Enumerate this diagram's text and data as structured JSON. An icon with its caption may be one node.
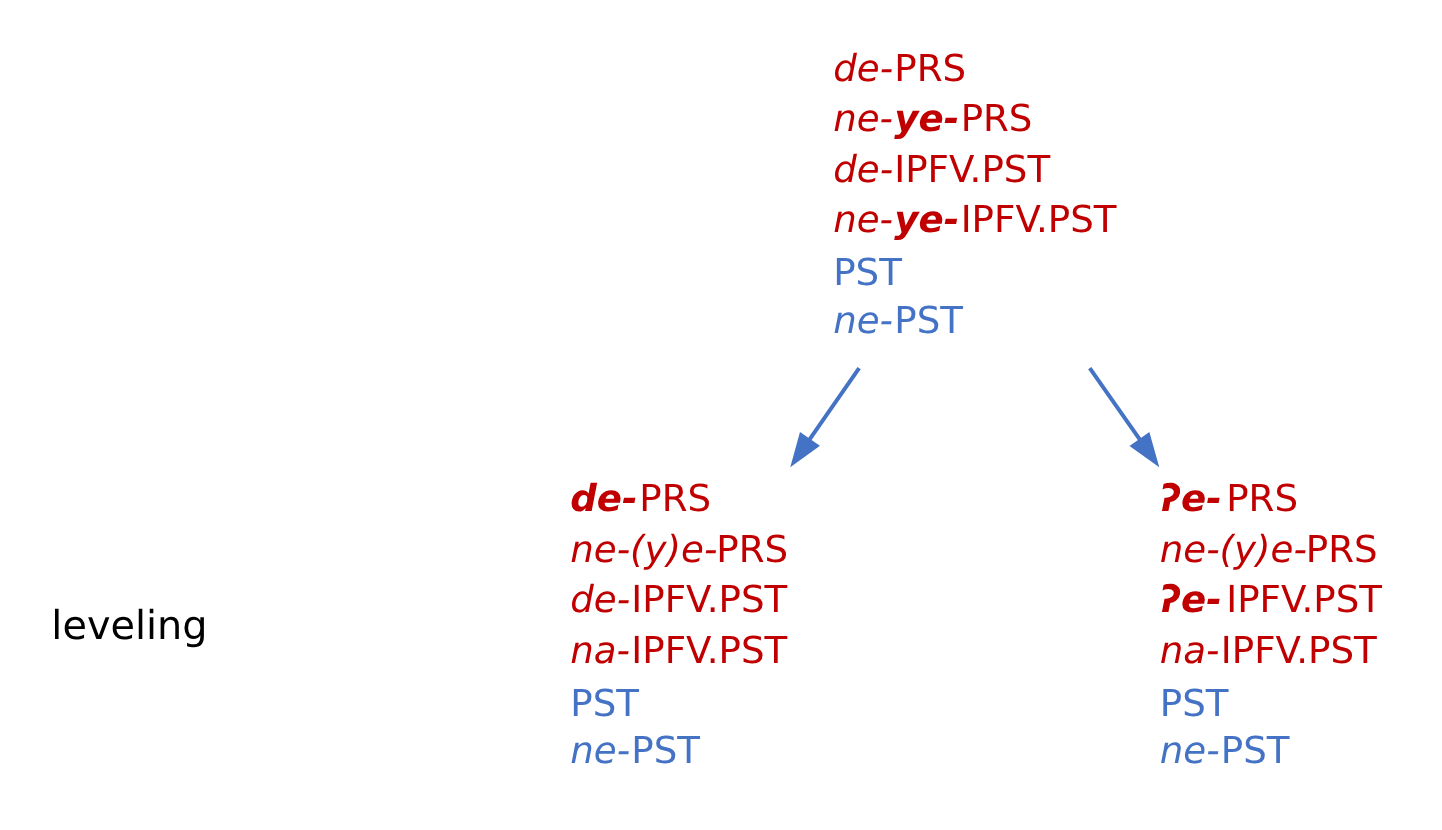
{
  "diagram": {
    "nodes": [
      {
        "text": [
          "de-PRS",
          "ne-**ye-**PRS",
          "de-IPFV.PST",
          "ne-**ye-**IPFV.PST",
          "PST",
          "ne-PST"
        ]
      },
      {
        "text": [
          "**de-**PRS",
          "ne-(y)e-PRS",
          "de-IPFV.PST",
          "na-IPFV.PST",
          "PST",
          "ne-PST"
        ]
      },
      {
        "text": [
          "**ʔe-**PRS",
          "ne-(y)e-PRS",
          "**ʔe-**IPFV.PST",
          "na-IPFV.PST",
          "PST",
          "ne-PST"
        ]
      }
    ],
    "edges": [
      {
        "from": 0,
        "to": 1,
        "arrow": "to"
      },
      {
        "from": 0,
        "to": 2,
        "arrow": "to"
      }
    ],
    "labels": [
      "leveling"
    ]
  }
}
